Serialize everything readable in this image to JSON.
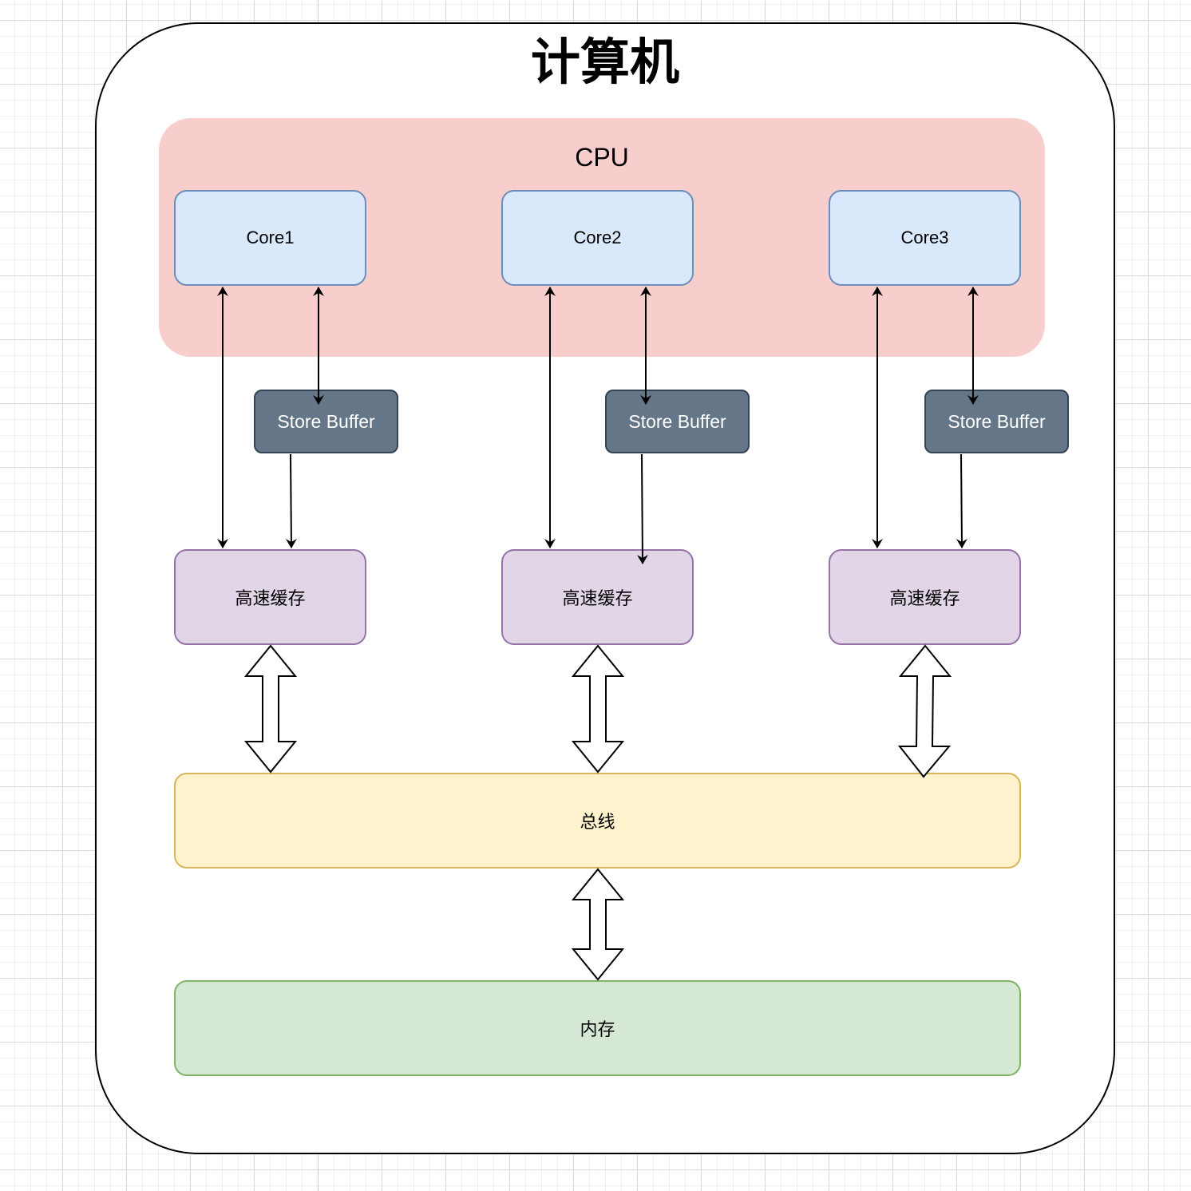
{
  "diagram": {
    "title": "计算机",
    "cpu_label": "CPU",
    "cores": [
      {
        "label": "Core1"
      },
      {
        "label": "Core2"
      },
      {
        "label": "Core3"
      }
    ],
    "store_buffers": [
      {
        "label": "Store Buffer"
      },
      {
        "label": "Store Buffer"
      },
      {
        "label": "Store Buffer"
      }
    ],
    "caches": [
      {
        "label": "高速缓存"
      },
      {
        "label": "高速缓存"
      },
      {
        "label": "高速缓存"
      }
    ],
    "bus_label": "总线",
    "memory_label": "内存"
  },
  "colors": {
    "cpu_fill": "#f8cecc",
    "core_fill": "#dae8fc",
    "core_stroke": "#6c8ebf",
    "store_buffer_fill": "#647687",
    "store_buffer_stroke": "#314354",
    "cache_fill": "#e1d5e7",
    "cache_stroke": "#9673a6",
    "bus_fill": "#fff2cc",
    "bus_stroke": "#d6b656",
    "memory_fill": "#d5e8d4",
    "memory_stroke": "#82b366"
  }
}
